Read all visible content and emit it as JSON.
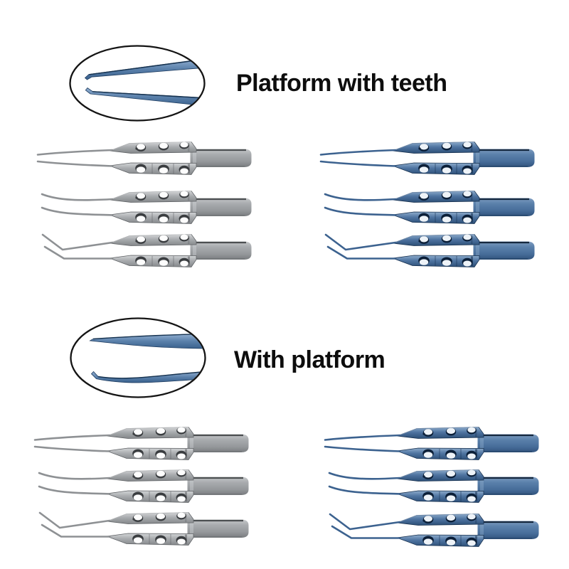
{
  "canvas": {
    "background": "#ffffff"
  },
  "sections": [
    {
      "caption": "Platform with teeth",
      "inset": {
        "shape": "ellipse",
        "content": "magnified straight forceps tips with grasping teeth",
        "tip_color": "titanium-blue"
      },
      "rows": [
        "straight tip",
        "curved tip",
        "angled tip"
      ],
      "finishes": [
        {
          "name": "stainless-gray",
          "color": "#a6a9ac"
        },
        {
          "name": "titanium-blue",
          "color": "#4c719e"
        }
      ]
    },
    {
      "caption": "With platform",
      "inset": {
        "shape": "ellipse",
        "content": "magnified curved smooth platform tips",
        "tip_color": "titanium-blue"
      },
      "rows": [
        "straight tip",
        "curved tip",
        "angled tip"
      ],
      "finishes": [
        {
          "name": "stainless-gray",
          "color": "#a6a9ac"
        },
        {
          "name": "titanium-blue",
          "color": "#4c719e"
        }
      ]
    }
  ],
  "palette": {
    "outline": "#141414",
    "caption_text": "#0d0d0d",
    "gray_body": "#a6a9ac",
    "gray_shadow": "#3a3d40",
    "blue_body": "#4c719e",
    "blue_shadow": "#0b1f38",
    "inset_blade": "#5a80aa"
  }
}
